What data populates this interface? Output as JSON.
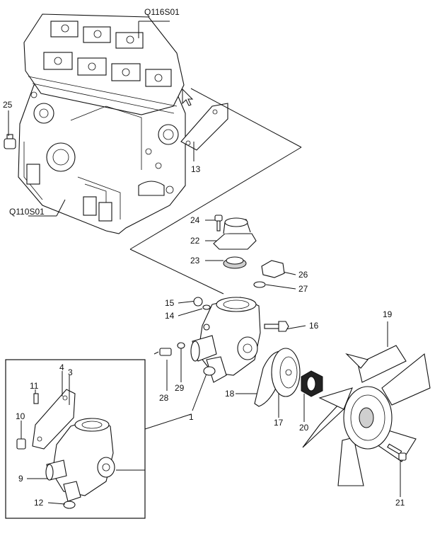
{
  "assemblies": {
    "cylinder_head": "Q116S01",
    "cylinder_block": "Q110S01"
  },
  "callouts": {
    "p1": "1",
    "p3": "3",
    "p4": "4",
    "p9": "9",
    "p10": "10",
    "p11": "11",
    "p12": "12",
    "p13": "13",
    "p14": "14",
    "p15": "15",
    "p16": "16",
    "p17": "17",
    "p18": "18",
    "p19": "19",
    "p20": "20",
    "p21": "21",
    "p22": "22",
    "p23": "23",
    "p24": "24",
    "p25": "25",
    "p26": "26",
    "p27": "27",
    "p28": "28",
    "p29": "29"
  }
}
